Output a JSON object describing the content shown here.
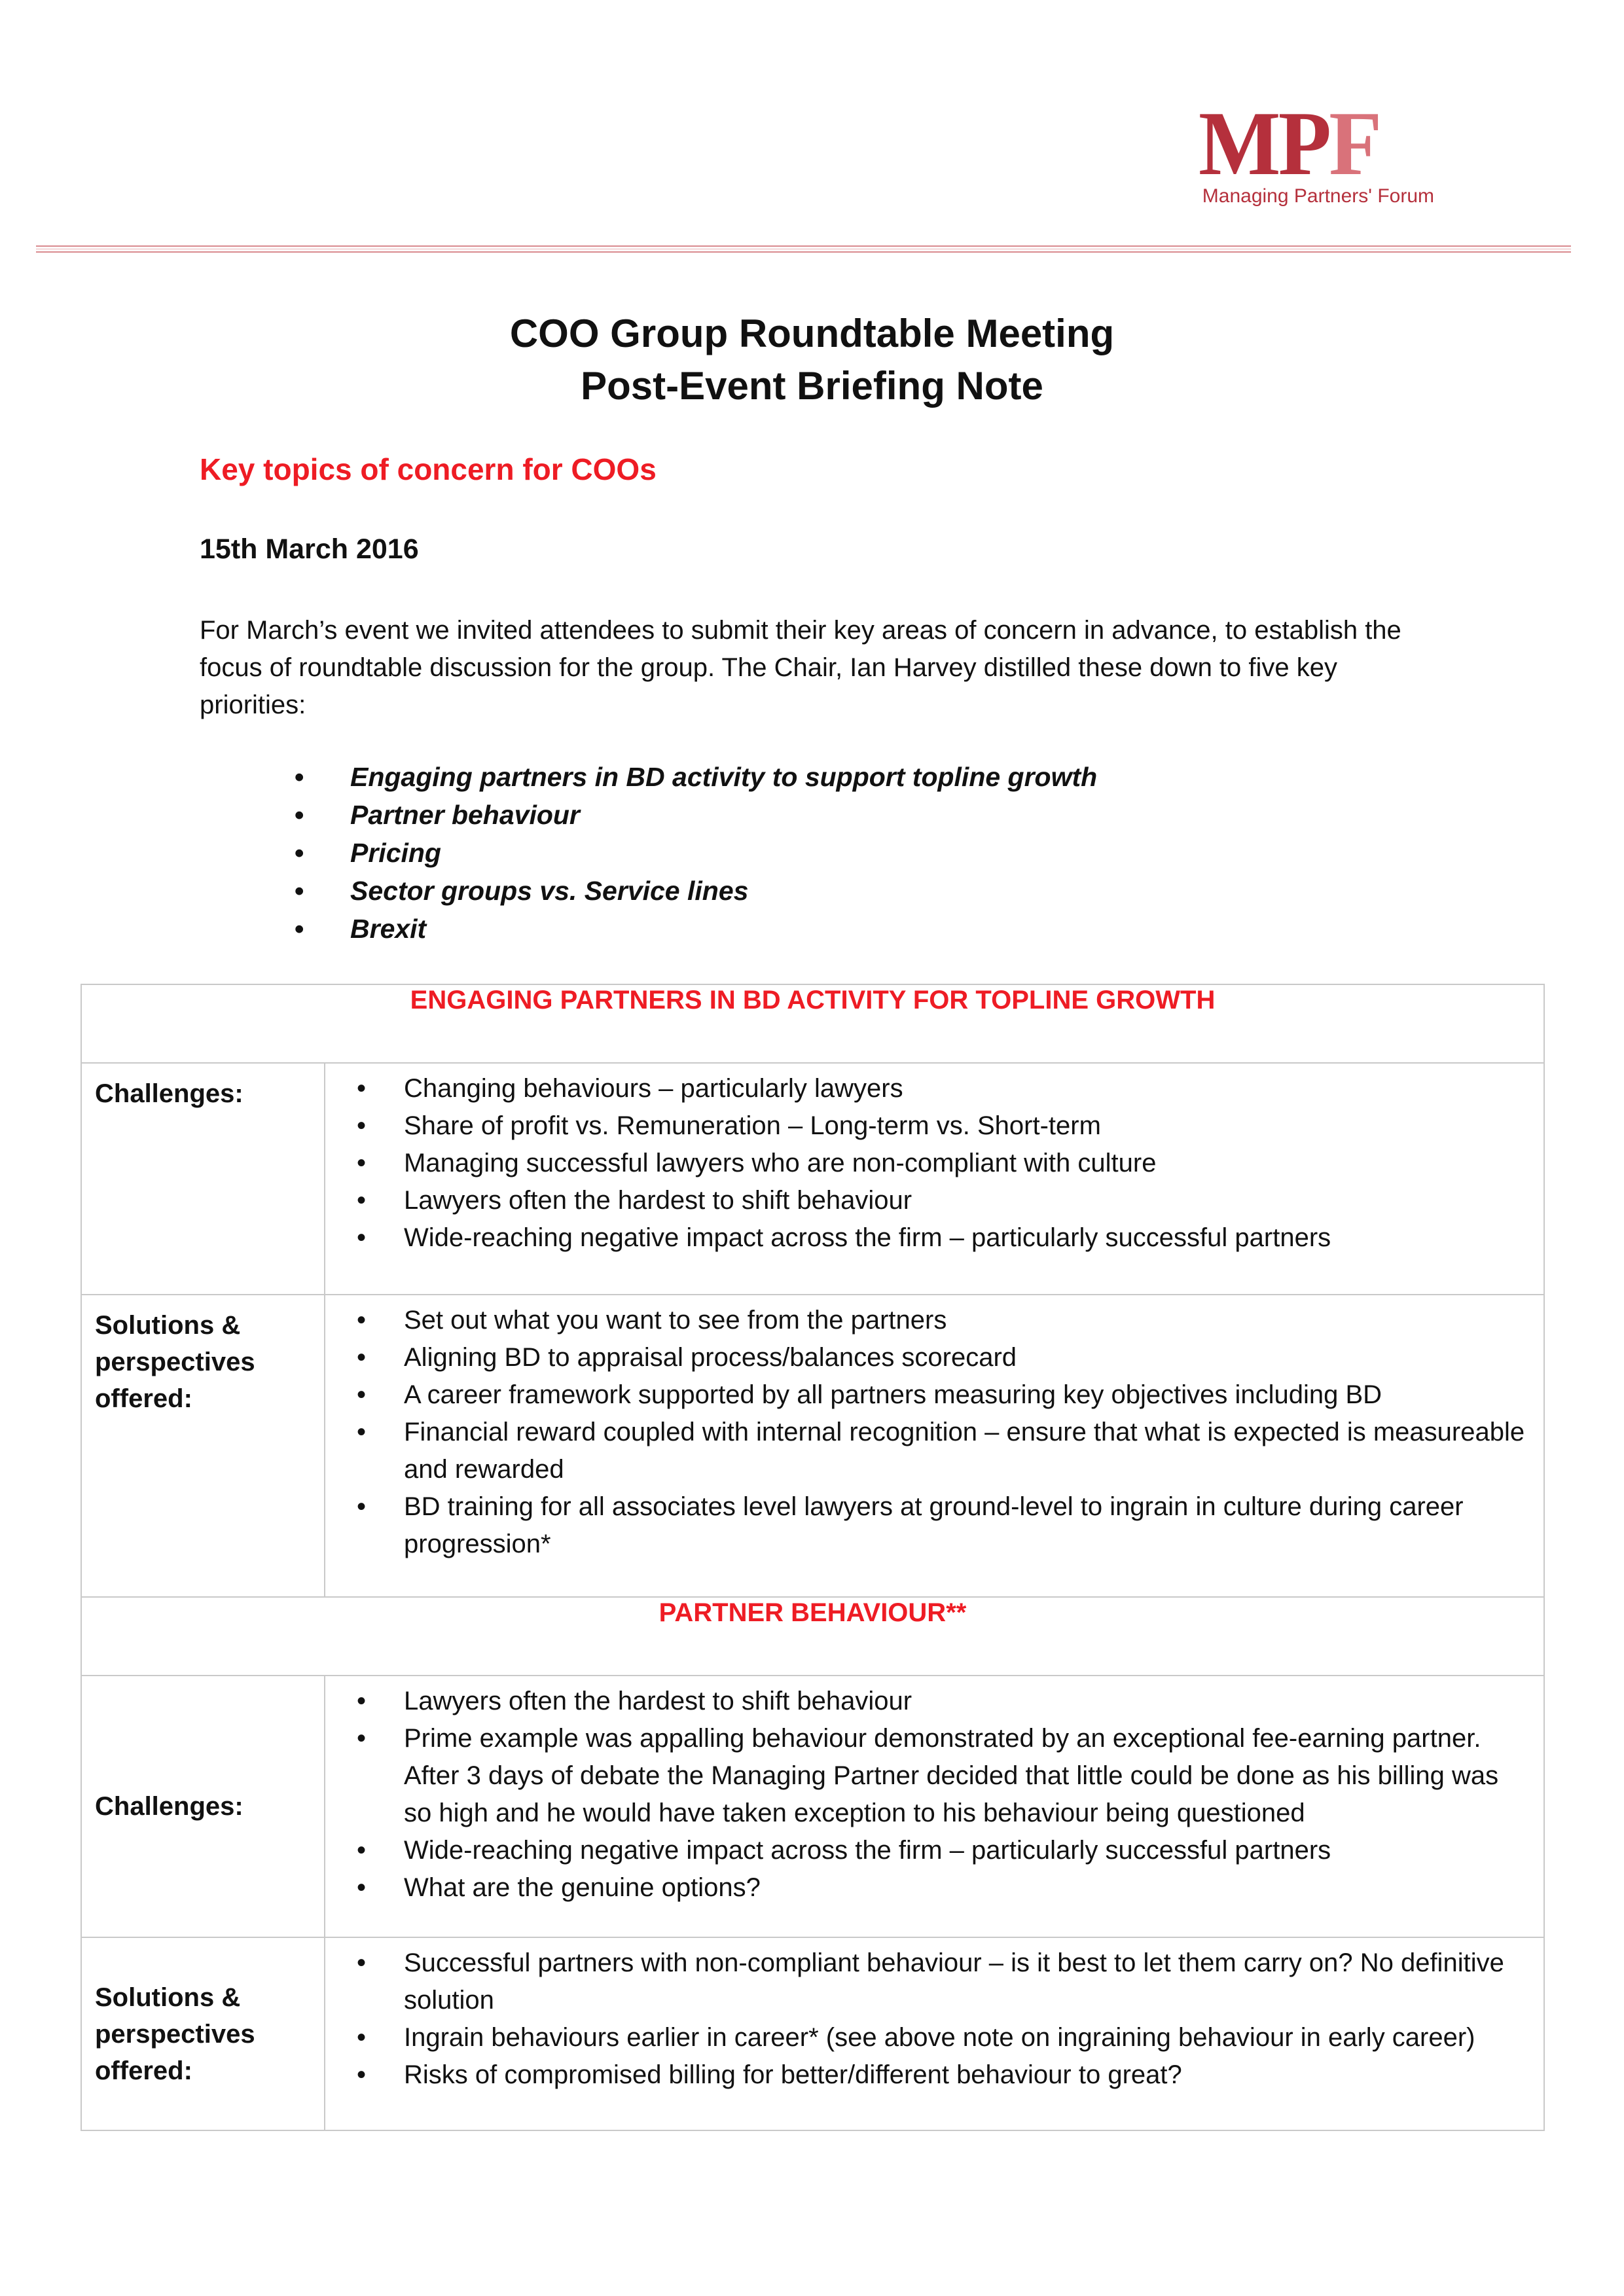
{
  "logo": {
    "mark_m": "MP",
    "mark_f": "F",
    "subtitle": "Managing Partners' Forum"
  },
  "title": {
    "line1": "COO Group Roundtable Meeting",
    "line2": "Post-Event Briefing Note"
  },
  "key_topics_heading": "Key topics of concern for COOs",
  "date": "15th March 2016",
  "intro": "For March’s event we invited attendees to submit their key areas of concern in advance, to establish the focus of roundtable discussion for the group.  The Chair, Ian Harvey distilled these down to five key priorities:",
  "priorities": [
    "Engaging partners in BD activity to support topline growth",
    "Partner behaviour",
    "Pricing",
    "Sector groups vs. Service lines",
    "Brexit"
  ],
  "sections": [
    {
      "heading": "ENGAGING PARTNERS IN BD ACTIVITY FOR TOPLINE GROWTH",
      "challenges_label": "Challenges:",
      "challenges": [
        "Changing behaviours – particularly lawyers",
        "Share of profit vs. Remuneration – Long-term vs. Short-term",
        "Managing successful lawyers who are non-compliant with culture",
        "Lawyers often the hardest to shift behaviour",
        "Wide-reaching negative impact across the firm – particularly successful partners"
      ],
      "solutions_label": "Solutions & perspectives offered:",
      "solutions": [
        "Set out what you want to see from the partners",
        "Aligning BD to appraisal process/balances scorecard",
        "A career framework supported by all partners measuring key objectives including BD",
        "Financial reward coupled with internal recognition – ensure that what is expected is measureable and rewarded",
        "BD training for all associates level lawyers at ground-level to ingrain in culture during career progression*"
      ]
    },
    {
      "heading": "PARTNER BEHAVIOUR**",
      "challenges_label": "Challenges:",
      "challenges": [
        "Lawyers often the hardest to shift behaviour",
        "Prime example was appalling behaviour demonstrated by an exceptional fee-earning partner. After 3 days of debate the Managing Partner decided that little could be done as his billing was so high and he would have taken exception to his behaviour being questioned",
        "Wide-reaching negative impact across the firm – particularly successful partners",
        "What are the genuine options?"
      ],
      "solutions_label": "Solutions & perspectives offered:",
      "solutions": [
        "Successful partners with non-compliant behaviour – is it best to let them carry on?  No definitive solution",
        "Ingrain behaviours earlier in career* (see above note on ingraining behaviour in early career)",
        "Risks of compromised billing for better/different behaviour to great?"
      ]
    }
  ],
  "colors": {
    "accent_red": "#ee1c24",
    "logo_red": "#b5303c",
    "logo_pink": "#d9727a"
  }
}
